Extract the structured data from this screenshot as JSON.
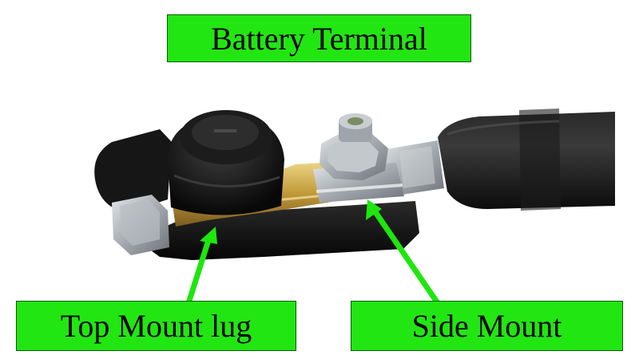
{
  "title": "Battery Terminal",
  "labels": {
    "top_mount": "Top Mount lug",
    "side_mount": "Side Mount"
  },
  "colors": {
    "label_bg": "#22e612",
    "arrow": "#1ee60e",
    "cable": "#141414",
    "brass": "#c9a64a",
    "steel": "#a9aeb3"
  }
}
